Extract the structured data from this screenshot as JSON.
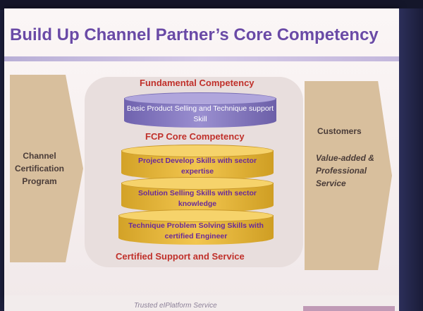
{
  "title": "Build Up Channel Partner’s Core Competency",
  "left_arrow": {
    "text": "Channel Certification Program"
  },
  "right_arrow": {
    "heading": "Customers",
    "text": "Value-added & Professional Service"
  },
  "center": {
    "fundamental_title": "Fundamental Competency",
    "fundamental_item": "Basic Product Selling and Technique support Skill",
    "fcp_title": "FCP Core Competency",
    "fcp_items": [
      "Project Develop Skills with sector expertise",
      "Solution Selling Skills with sector knowledge",
      "Technique Problem Solving Skills with certified Engineer"
    ],
    "certified_title": "Certified Support and Service"
  },
  "footer": {
    "text": "Trusted eIPlatform Service"
  },
  "colors": {
    "title": "#6a4aa6",
    "heading_red": "#c0302a",
    "arrow": "#d8bf9d",
    "purple_cylinder": "#8a7fc4",
    "gold_cylinder": "#e9b73a"
  }
}
